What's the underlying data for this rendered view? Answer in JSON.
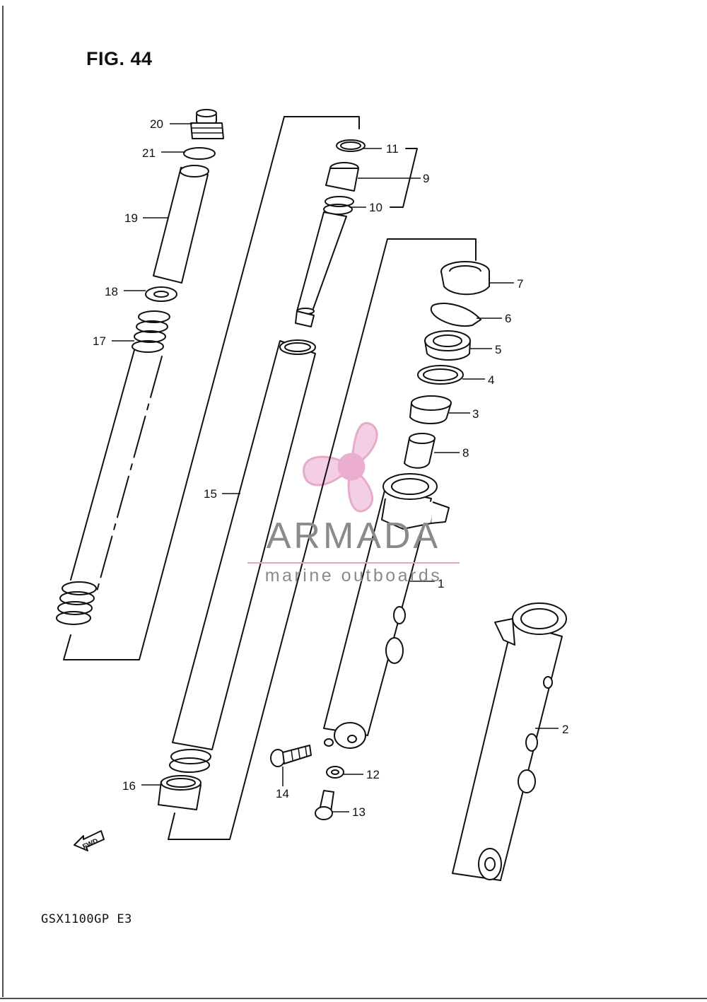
{
  "figure": {
    "title": "FIG. 44",
    "model": "GSX1100GP E3"
  },
  "watermark": {
    "brand": "ARMADA",
    "tagline": "marine outboards",
    "color_pink": "#e8a0c8",
    "color_gray": "#8a8a8a"
  },
  "callouts": {
    "c1": "1",
    "c2": "2",
    "c3": "3",
    "c4": "4",
    "c5": "5",
    "c6": "6",
    "c7": "7",
    "c8": "8",
    "c9": "9",
    "c10": "10",
    "c11": "11",
    "c12": "12",
    "c13": "13",
    "c14": "14",
    "c15": "15",
    "c16": "16",
    "c17": "17",
    "c18": "18",
    "c19": "19",
    "c20": "20",
    "c21": "21"
  },
  "fwd_label": "FWD"
}
